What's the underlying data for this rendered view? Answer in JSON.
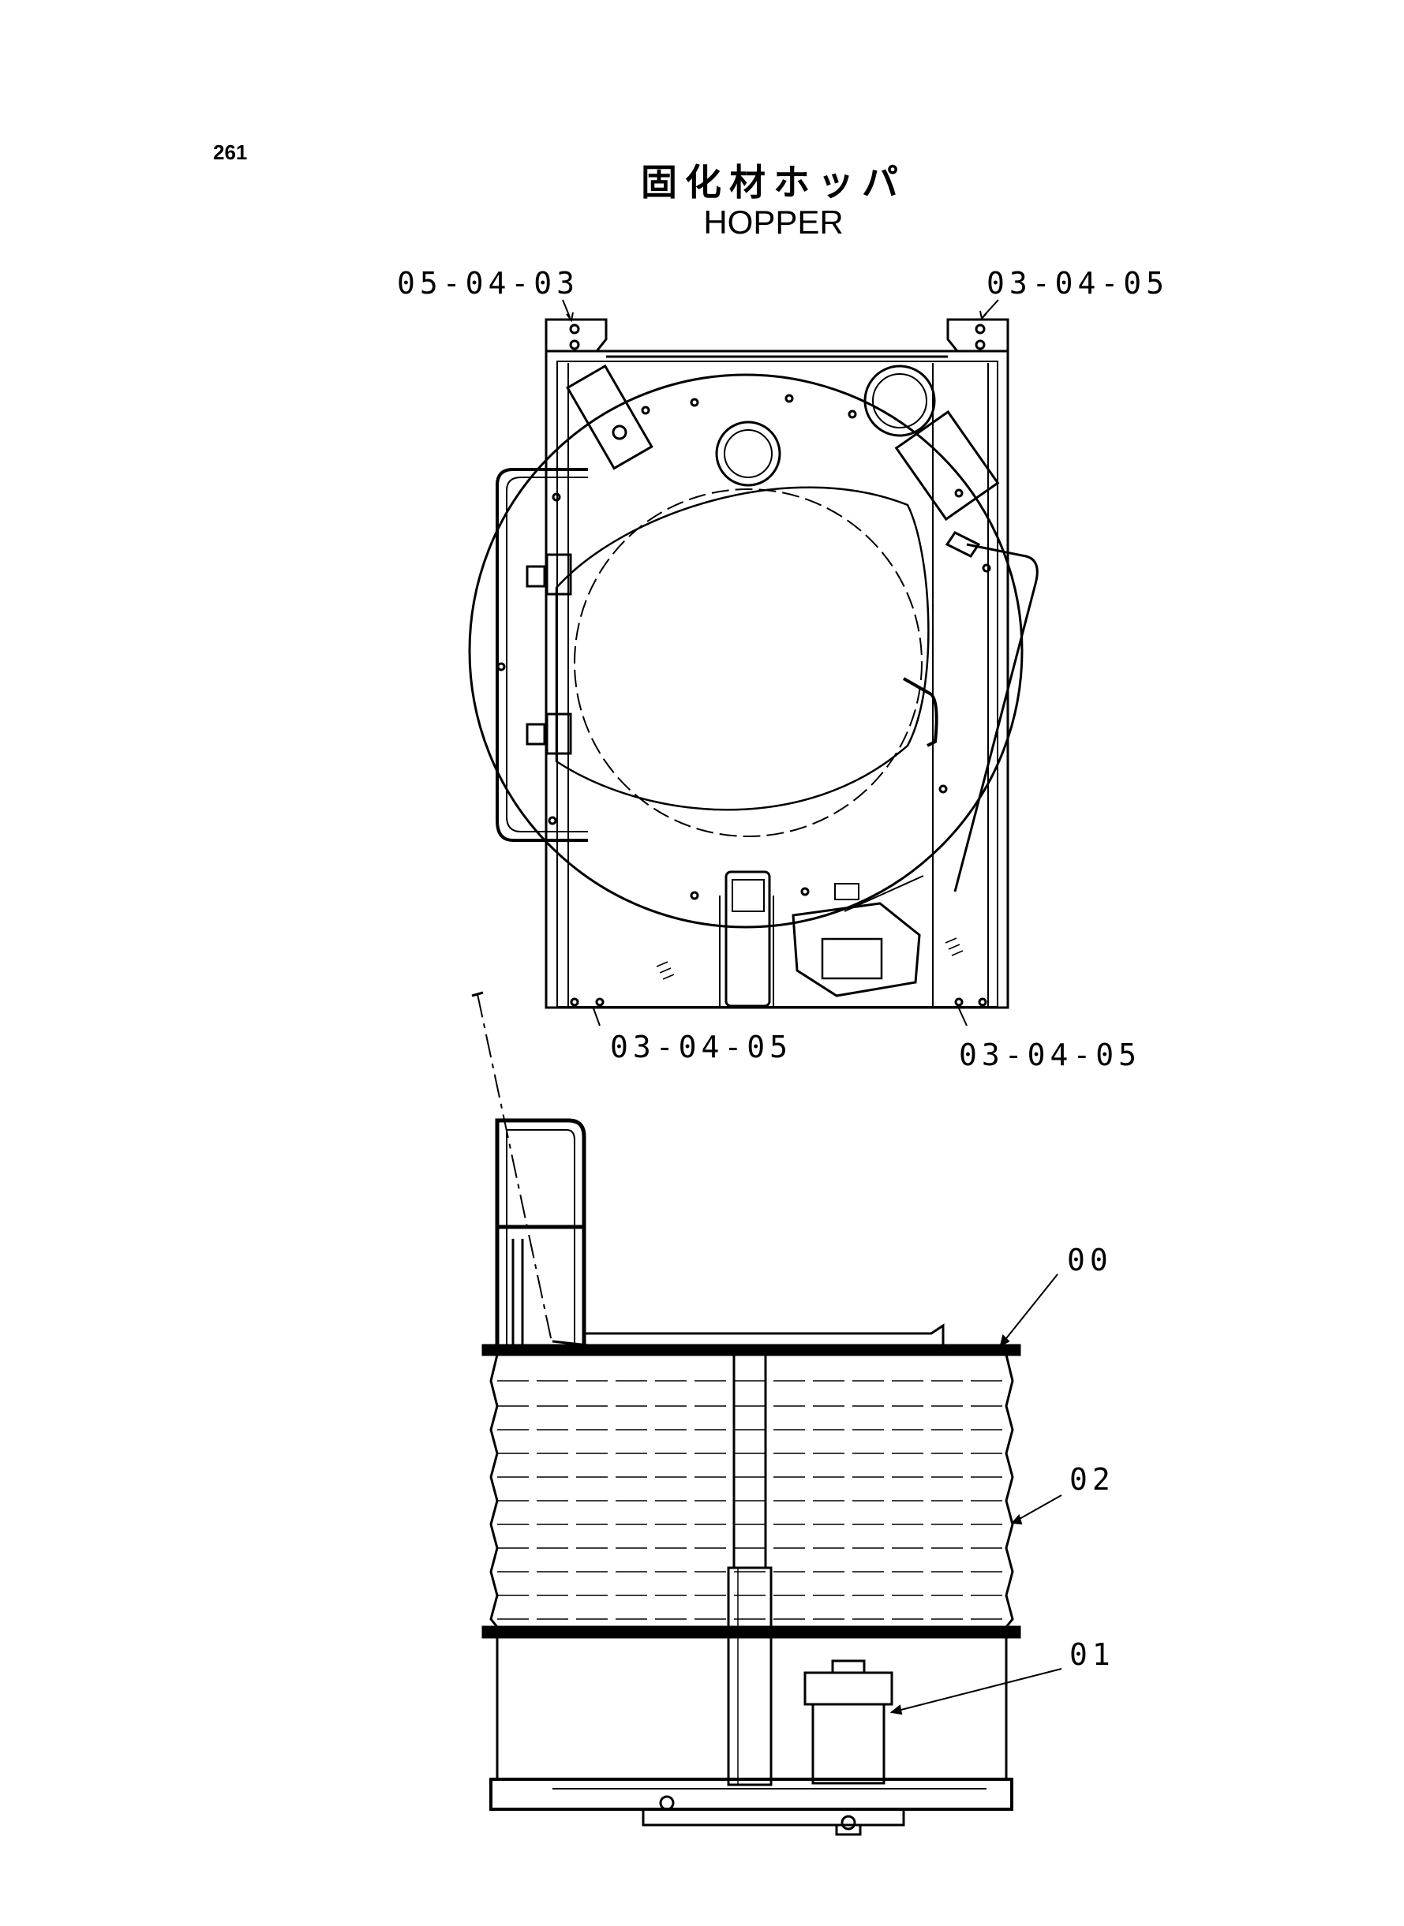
{
  "page_number": "261",
  "title_jp": "固化材ホッパ",
  "title_en": "HOPPER",
  "callouts": {
    "top_left": "05-04-03",
    "top_right": "03-04-05",
    "bottom_left": "03-04-05",
    "bottom_right": "03-04-05",
    "item_00": "00",
    "item_02": "02",
    "item_01": "01"
  }
}
